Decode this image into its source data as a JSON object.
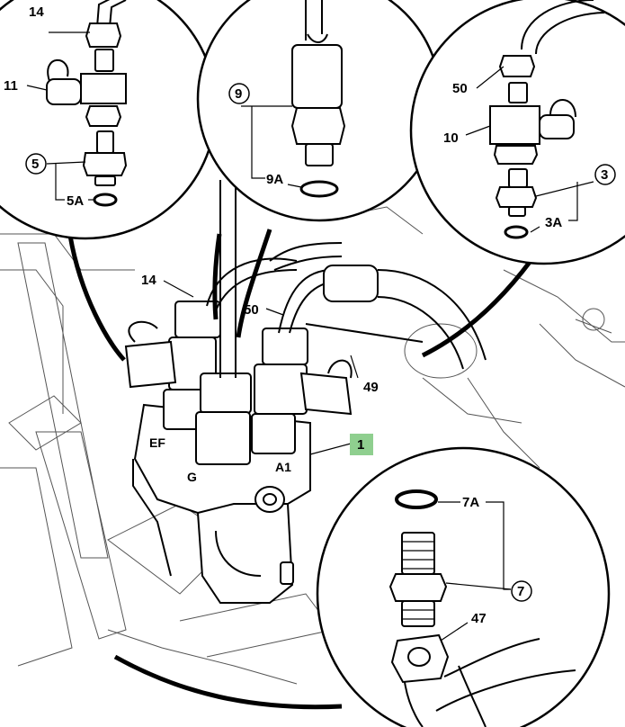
{
  "callouts": {
    "c14_top": "14",
    "c11": "11",
    "c5": "5",
    "c5A": "5A",
    "c9": "9",
    "c9A": "9A",
    "c50_top": "50",
    "c10": "10",
    "c3": "3",
    "c3A": "3A",
    "c14_main": "14",
    "c50_main": "50",
    "c49": "49",
    "c1": "1",
    "c7A": "7A",
    "c7": "7",
    "c47": "47"
  },
  "port_letters": {
    "ef": "EF",
    "g": "G",
    "a1": "A1"
  },
  "colors": {
    "highlight": "#8fcf8f",
    "line": "#000000"
  }
}
